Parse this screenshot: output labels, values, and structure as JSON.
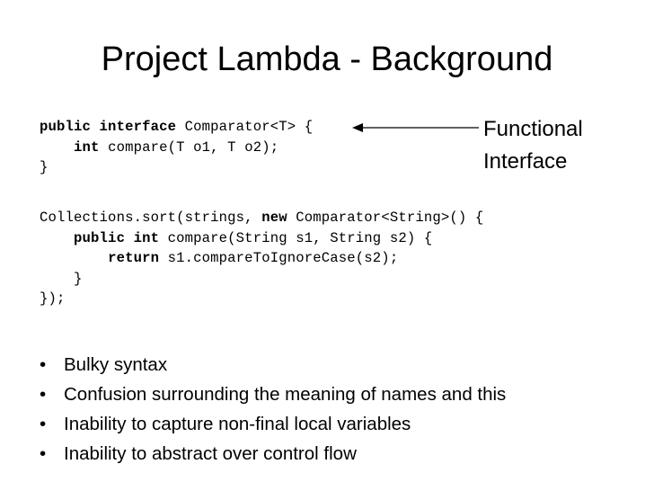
{
  "slide": {
    "title": "Project Lambda - Background",
    "code_block_1": [
      [
        {
          "t": "public interface",
          "kw": true
        },
        {
          "t": " Comparator<T> {",
          "kw": false
        }
      ],
      [
        {
          "t": "    ",
          "kw": false
        },
        {
          "t": "int",
          "kw": true
        },
        {
          "t": " compare(T o1, T o2);",
          "kw": false
        }
      ],
      [
        {
          "t": "}",
          "kw": false
        }
      ]
    ],
    "code_block_2": [
      [
        {
          "t": "Collections.sort(strings, ",
          "kw": false
        },
        {
          "t": "new",
          "kw": true
        },
        {
          "t": " Comparator<String>() {",
          "kw": false
        }
      ],
      [
        {
          "t": "    ",
          "kw": false
        },
        {
          "t": "public int",
          "kw": true
        },
        {
          "t": " compare(String s1, String s2) {",
          "kw": false
        }
      ],
      [
        {
          "t": "        ",
          "kw": false
        },
        {
          "t": "return",
          "kw": true
        },
        {
          "t": " s1.compareToIgnoreCase(s2);",
          "kw": false
        }
      ],
      [
        {
          "t": "    }",
          "kw": false
        }
      ],
      [
        {
          "t": "});",
          "kw": false
        }
      ]
    ],
    "callout": {
      "line1": "Functional",
      "line2": "Interface"
    },
    "bullet_glyph": "•",
    "bullets": [
      "Bulky syntax",
      "Confusion surrounding the meaning of names and this",
      "Inability to capture non-final local variables",
      "Inability to abstract over control flow"
    ]
  }
}
